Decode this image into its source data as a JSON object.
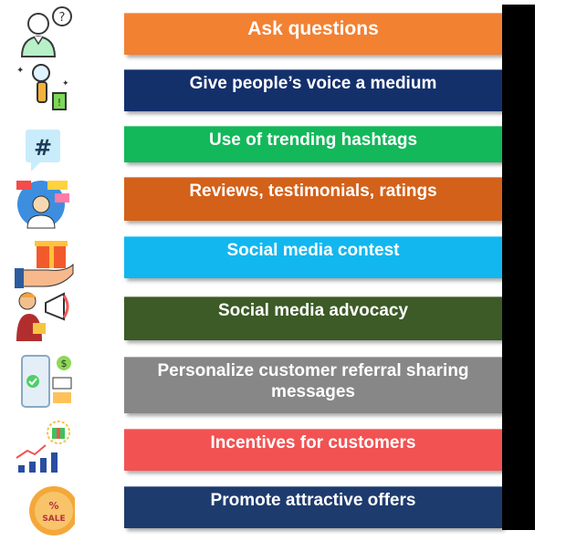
{
  "items": [
    {
      "label": "Ask questions",
      "color": "#F28132",
      "icon": "person-question-icon"
    },
    {
      "label": "Give people’s voice a medium",
      "color": "#14306B",
      "icon": "microphone-magnifier-icon"
    },
    {
      "label": "Use of trending hashtags",
      "color": "#12B85A",
      "icon": "hashtag-icon"
    },
    {
      "label": "Reviews, testimonials, ratings",
      "color": "#D3611A",
      "icon": "reviews-person-icon"
    },
    {
      "label": "Social media contest",
      "color": "#12B7EF",
      "icon": "gift-hand-icon"
    },
    {
      "label": "Social media advocacy",
      "color": "#3C5B27",
      "icon": "megaphone-person-icon"
    },
    {
      "label": "Personalize customer referral sharing messages",
      "color": "#878787",
      "icon": "phone-referral-icon"
    },
    {
      "label": "Incentives for customers",
      "color": "#F25252",
      "icon": "gift-growth-chart-icon"
    },
    {
      "label": "Promote attractive offers",
      "color": "#1E3B6E",
      "icon": "sale-badge-icon"
    }
  ]
}
